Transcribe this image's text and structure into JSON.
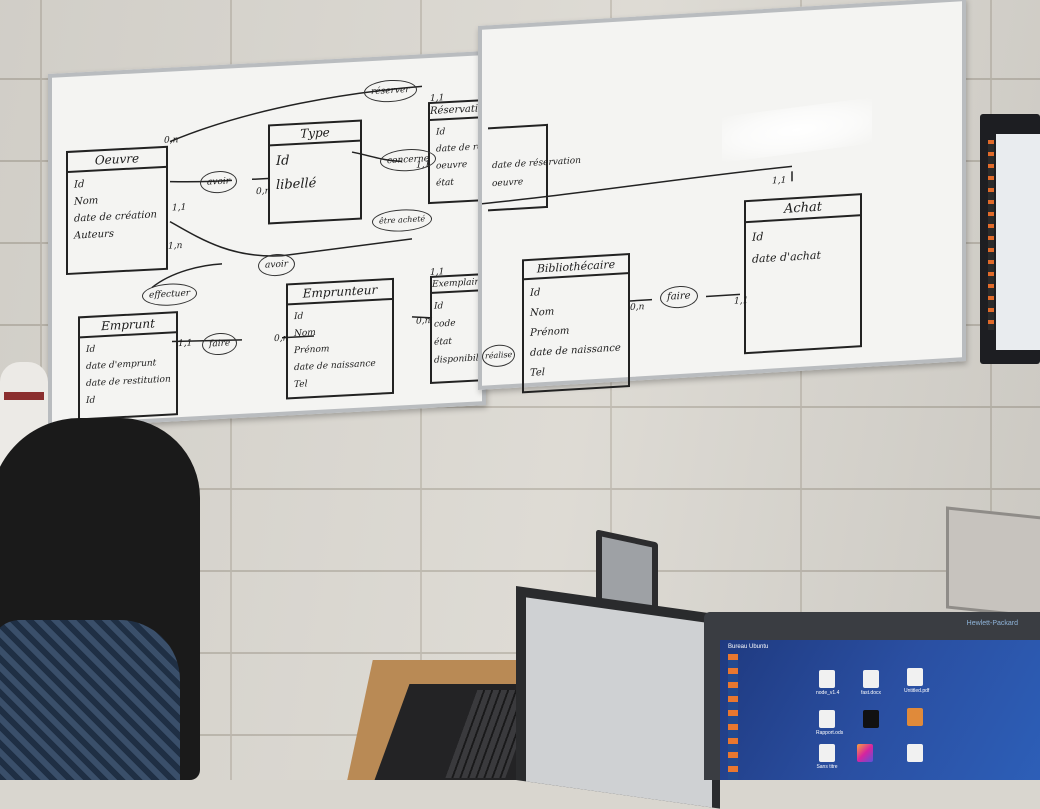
{
  "whiteboard_left": {
    "oeuvre": {
      "title": "Oeuvre",
      "attrs": [
        "Id",
        "Nom",
        "date de création",
        "Auteurs"
      ]
    },
    "type": {
      "title": "Type",
      "attrs": [
        "Id",
        "libellé"
      ]
    },
    "emprunt": {
      "title": "Emprunt",
      "attrs": [
        "Id",
        "date d'emprunt",
        "date de restitution",
        "Id"
      ]
    },
    "emprunteur": {
      "title": "Emprunteur",
      "attrs": [
        "Id",
        "Nom",
        "Prénom",
        "date de naissance",
        "Tel"
      ]
    },
    "exemplaire": {
      "title": "Exemplaire",
      "attrs": [
        "Id",
        "code",
        "état",
        "disponibilité"
      ]
    },
    "reservation": {
      "title": "Réservation",
      "attrs": [
        "Id",
        "date de réservation",
        "oeuvre",
        "état"
      ]
    },
    "relations": {
      "avoir1": "avoir",
      "avoir2": "avoir",
      "reserver": "réserver",
      "effectuer": "effectuer",
      "faire": "faire",
      "concerne": "concerne",
      "etreachete": "être acheté"
    },
    "cardinalities": [
      "0,n",
      "1,1",
      "1,n",
      "0,n",
      "1,1",
      "1,1",
      "1,1",
      "0,n",
      "1,1",
      "0,n"
    ]
  },
  "whiteboard_right": {
    "bibliothecaire": {
      "title": "Bibliothécaire",
      "attrs": [
        "Id",
        "Nom",
        "Prénom",
        "date de naissance",
        "Tel"
      ]
    },
    "achat": {
      "title": "Achat",
      "attrs": [
        "Id",
        "date d'achat"
      ]
    },
    "relations": {
      "faire": "faire",
      "realise": "réalise"
    },
    "cardinalities": [
      "0,n",
      "1,1",
      "1,1"
    ]
  },
  "laptop_right": {
    "desktop_title": "Bureau Ubuntu",
    "brand": "Hewlett-Packard",
    "icons": [
      "node_v1.4",
      "fast.docx",
      "Untitled.pdf",
      "Rapport.ods",
      "",
      "",
      "Sans titre",
      "",
      ""
    ]
  },
  "colors": {
    "board": "#f4f4f2",
    "frame": "#b9bcbf",
    "ink": "#1b1b1b",
    "wall": "#dcd9d2",
    "desktop": "#2a4fa2"
  }
}
